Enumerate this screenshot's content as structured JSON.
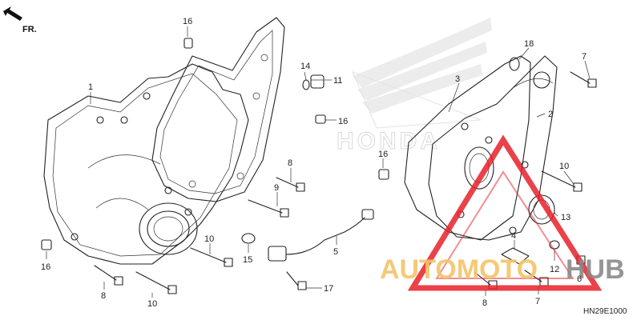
{
  "diagram": {
    "direction_label": "FR.",
    "diagram_code": "HN29E1000",
    "watermark": {
      "brand_part1": "AUTOMOTO",
      "brand_part2": "HUB",
      "color_part1": "#f5c469",
      "color_part2": "#8a8a8a",
      "triangle_color": "#e8202a"
    },
    "background_logo_text": "HONDA",
    "callouts": [
      {
        "id": "c1",
        "label": "1"
      },
      {
        "id": "c16a",
        "label": "16"
      },
      {
        "id": "c14",
        "label": "14"
      },
      {
        "id": "c11",
        "label": "11"
      },
      {
        "id": "c16b",
        "label": "16"
      },
      {
        "id": "c8a",
        "label": "8"
      },
      {
        "id": "c9",
        "label": "9"
      },
      {
        "id": "c10a",
        "label": "10"
      },
      {
        "id": "c15",
        "label": "15"
      },
      {
        "id": "c5",
        "label": "5"
      },
      {
        "id": "c16c",
        "label": "16"
      },
      {
        "id": "c8b",
        "label": "8"
      },
      {
        "id": "c10b",
        "label": "10"
      },
      {
        "id": "c17",
        "label": "17"
      },
      {
        "id": "c3",
        "label": "3"
      },
      {
        "id": "c18",
        "label": "18"
      },
      {
        "id": "c7a",
        "label": "7"
      },
      {
        "id": "c2",
        "label": "2"
      },
      {
        "id": "c16d",
        "label": "16"
      },
      {
        "id": "c10c",
        "label": "10"
      },
      {
        "id": "c13",
        "label": "13"
      },
      {
        "id": "c4",
        "label": "4"
      },
      {
        "id": "c12",
        "label": "12"
      },
      {
        "id": "c6",
        "label": "6"
      },
      {
        "id": "c8c",
        "label": "8"
      },
      {
        "id": "c7b",
        "label": "7"
      }
    ]
  }
}
